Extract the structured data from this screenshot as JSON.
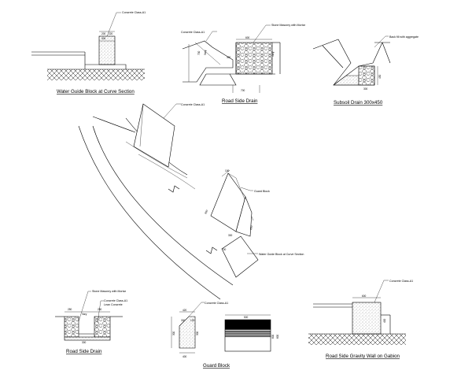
{
  "drawings": {
    "water_guide_block_section": {
      "title": "Water Guide Block at Curve Section",
      "label_concrete": "Concrete Class-A1",
      "dims": [
        "200",
        "220",
        "300"
      ]
    },
    "road_side_drain_top": {
      "title": "Road Side Drain",
      "label_concrete": "Concrete Class-A1",
      "label_masonry": "Stone Masonry with Mortar",
      "dims": [
        "600",
        "700",
        "300",
        "Vary",
        "700",
        "Vary"
      ]
    },
    "subsoil_drain": {
      "title": "Subsoil Drain 300x450",
      "label_backfill": "Back fill with aggregate",
      "dims": [
        "450",
        "300"
      ]
    },
    "curve_plan": {
      "label_concrete": "Concrete Class-A1",
      "label_guard_block": "Guard Block",
      "label_water_guide": "Water Guide Block at Curve Section",
      "dims": [
        "100",
        "800",
        "300",
        "800",
        "700"
      ]
    },
    "road_side_drain_bottom": {
      "title": "Road Side Drain",
      "label_masonry": "Stone Masonry with Mortar",
      "label_concrete": "Concrete Class-A1",
      "label_lean": "Lean Concrete",
      "dims": [
        "250",
        "250",
        "Vary",
        "300"
      ]
    },
    "guard_block": {
      "title": "Guard Block",
      "label_concrete": "Concrete Class-A1",
      "dims": [
        "420",
        "300",
        "120",
        "300",
        "300",
        "400",
        "500",
        "600",
        "600"
      ]
    },
    "gravity_wall": {
      "title": "Road Side Gravity Wall on Gabion",
      "label_concrete": "Concrete Class-A1",
      "dims": [
        "600",
        "400"
      ]
    }
  }
}
